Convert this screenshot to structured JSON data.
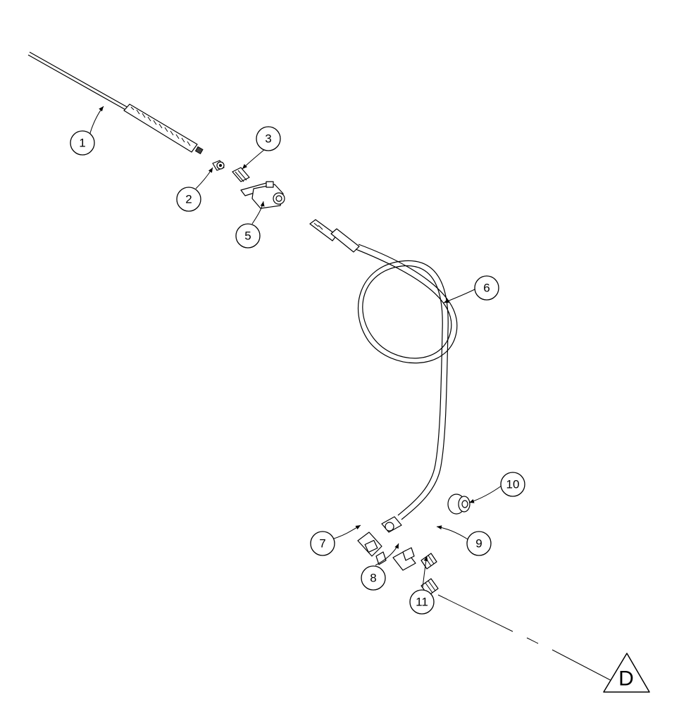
{
  "callouts": [
    {
      "id": "1",
      "label": "1"
    },
    {
      "id": "2",
      "label": "2"
    },
    {
      "id": "3",
      "label": "3"
    },
    {
      "id": "5",
      "label": "5"
    },
    {
      "id": "6",
      "label": "6"
    },
    {
      "id": "7",
      "label": "7"
    },
    {
      "id": "8",
      "label": "8"
    },
    {
      "id": "9",
      "label": "9"
    },
    {
      "id": "10",
      "label": "10"
    },
    {
      "id": "11",
      "label": "11"
    }
  ],
  "reference_marker": {
    "label": "D"
  }
}
